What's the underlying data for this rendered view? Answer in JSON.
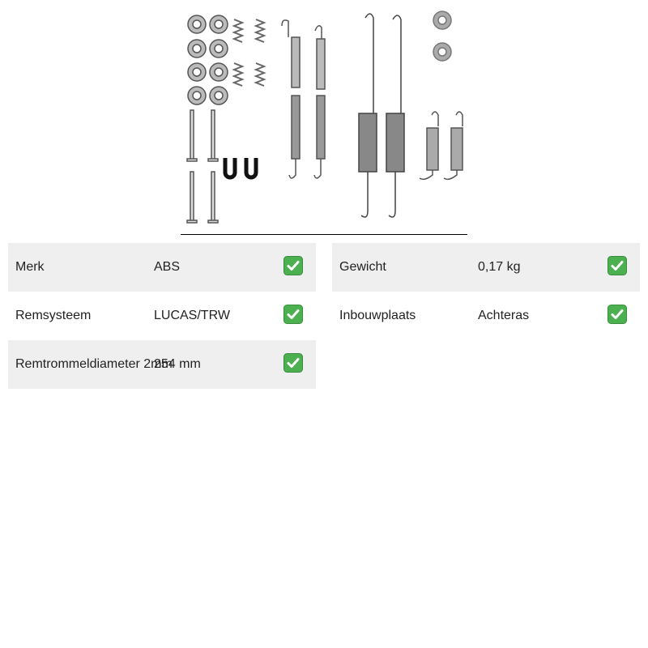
{
  "product": {
    "image_icon": "brake-shoe-accessory-kit-image"
  },
  "specs_left": [
    {
      "label": "Merk",
      "value": "ABS",
      "icon": "check-icon"
    },
    {
      "label": "Remsysteem",
      "value": "LUCAS/TRW",
      "icon": "check-icon"
    },
    {
      "label": "Remtrommeldiameter 2mm",
      "value": "254 mm",
      "icon": "check-icon"
    }
  ],
  "specs_right": [
    {
      "label": "Gewicht",
      "value": "0,17 kg",
      "icon": "check-icon"
    },
    {
      "label": "Inbouwplaats",
      "value": "Achteras",
      "icon": "check-icon"
    }
  ],
  "colors": {
    "row_shade": "#efefef",
    "check_green": "#4caf50"
  }
}
